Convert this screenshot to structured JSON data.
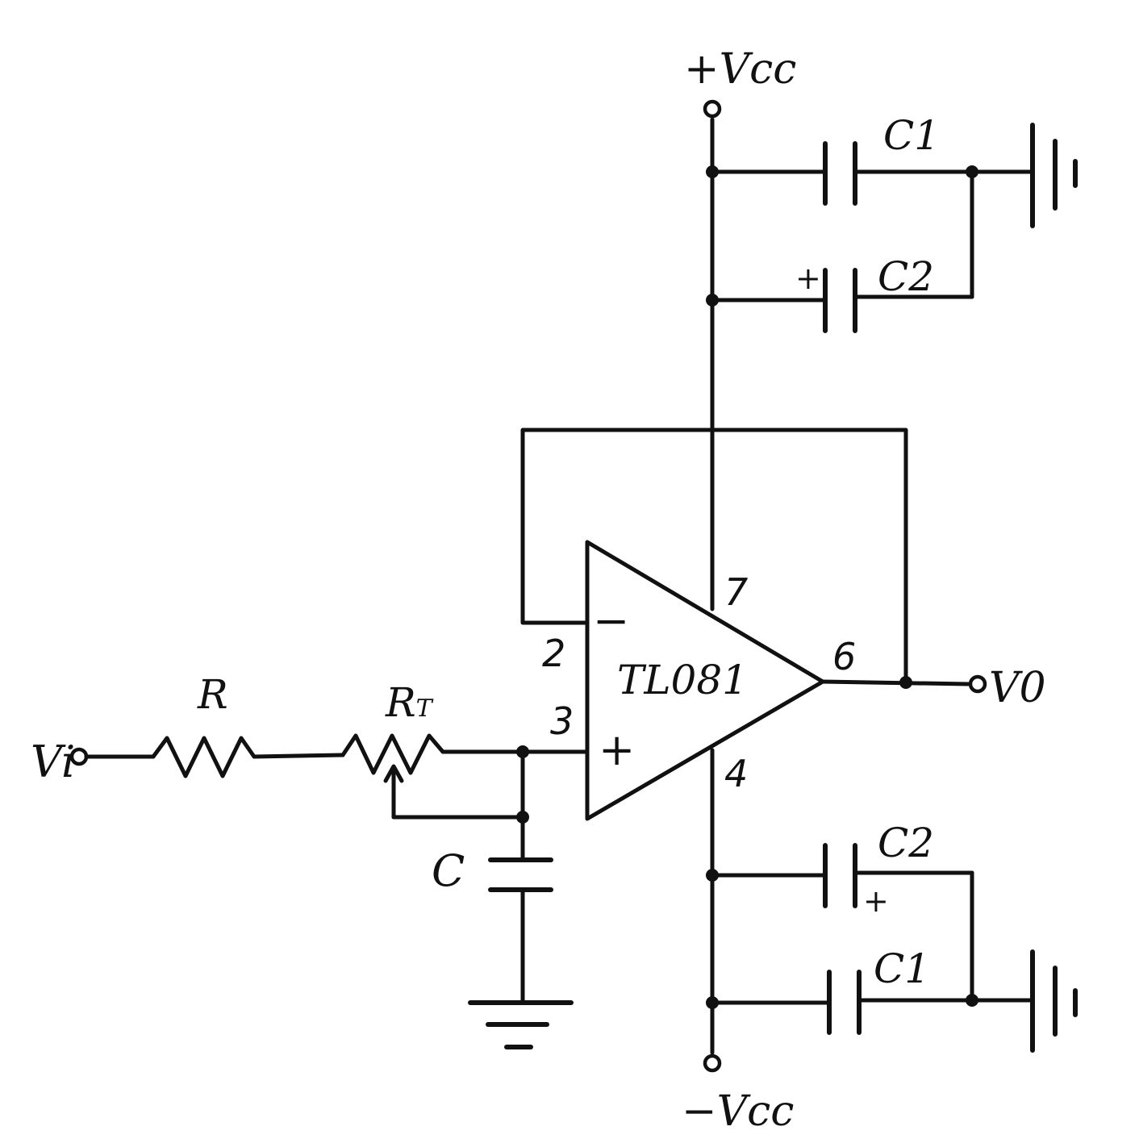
{
  "labels": {
    "vcc_pos": "+Vcc",
    "vcc_neg": "−Vcc",
    "input": "Vi",
    "output": "V0",
    "r": "R",
    "rt_main": "R",
    "rt_sub": "T",
    "c": "C",
    "opamp": "TL081",
    "c1_top": "C1",
    "c2_top": "C2",
    "c2_bottom": "C2",
    "c1_bottom": "C1",
    "plus_c2_top": "+",
    "plus_c2_bottom": "+",
    "inv_sign": "−",
    "noninv_sign": "+"
  },
  "pins": {
    "inverting": "2",
    "noninverting": "3",
    "output": "6",
    "vpos": "7",
    "vneg": "4"
  }
}
